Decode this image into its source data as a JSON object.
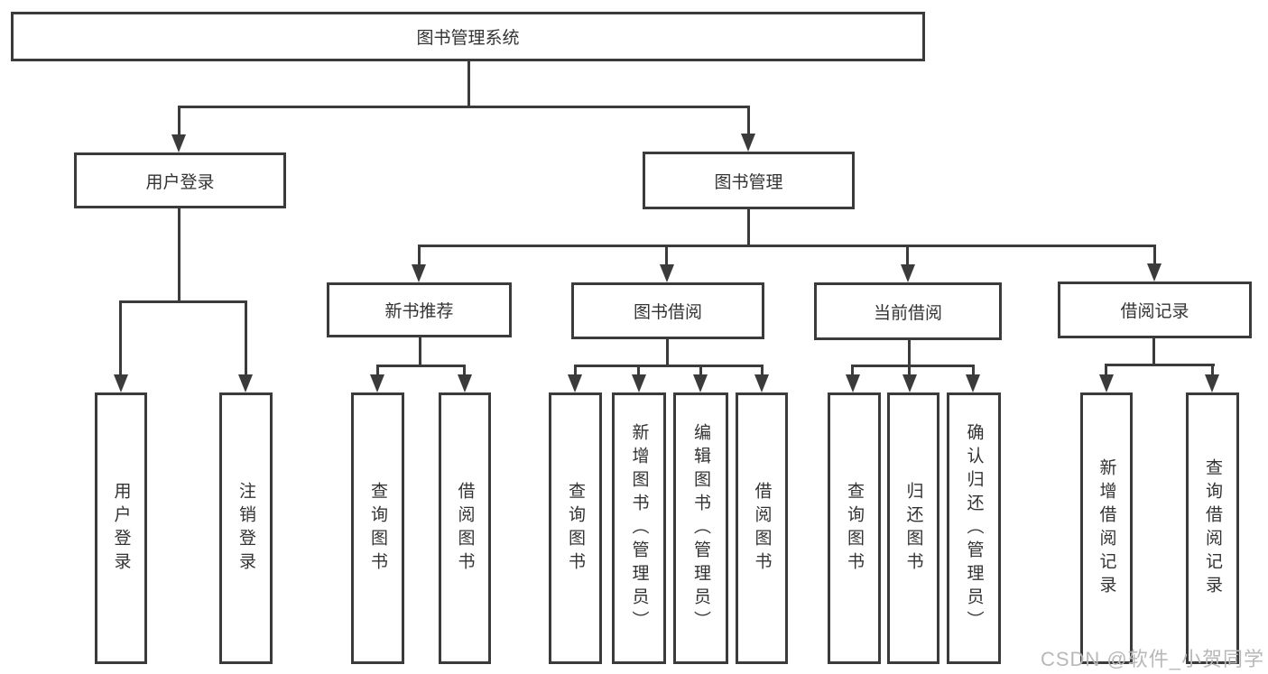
{
  "diagram": {
    "root": "图书管理系统",
    "level2": {
      "user_login": "用户登录",
      "book_mgmt": "图书管理"
    },
    "level3": {
      "new_book_rec": "新书推荐",
      "book_borrow": "图书借阅",
      "current_borrow": "当前借阅",
      "borrow_records": "借阅记录"
    },
    "leaves": {
      "user_login": [
        "用户登录",
        "注销登录"
      ],
      "new_book_rec": [
        "查询图书",
        "借阅图书"
      ],
      "book_borrow": [
        "查询图书",
        "新增图书（管理员）",
        "编辑图书（管理员）",
        "借阅图书"
      ],
      "current_borrow": [
        "查询图书",
        "归还图书",
        "确认归还（管理员）"
      ],
      "borrow_records": [
        "新增借阅记录",
        "查询借阅记录"
      ]
    },
    "watermark": "CSDN @软件_小贺同学",
    "colors": {
      "line": "#3b3b3b",
      "text": "#333333",
      "background": "#ffffff",
      "watermark": "#b8b8b8"
    }
  }
}
